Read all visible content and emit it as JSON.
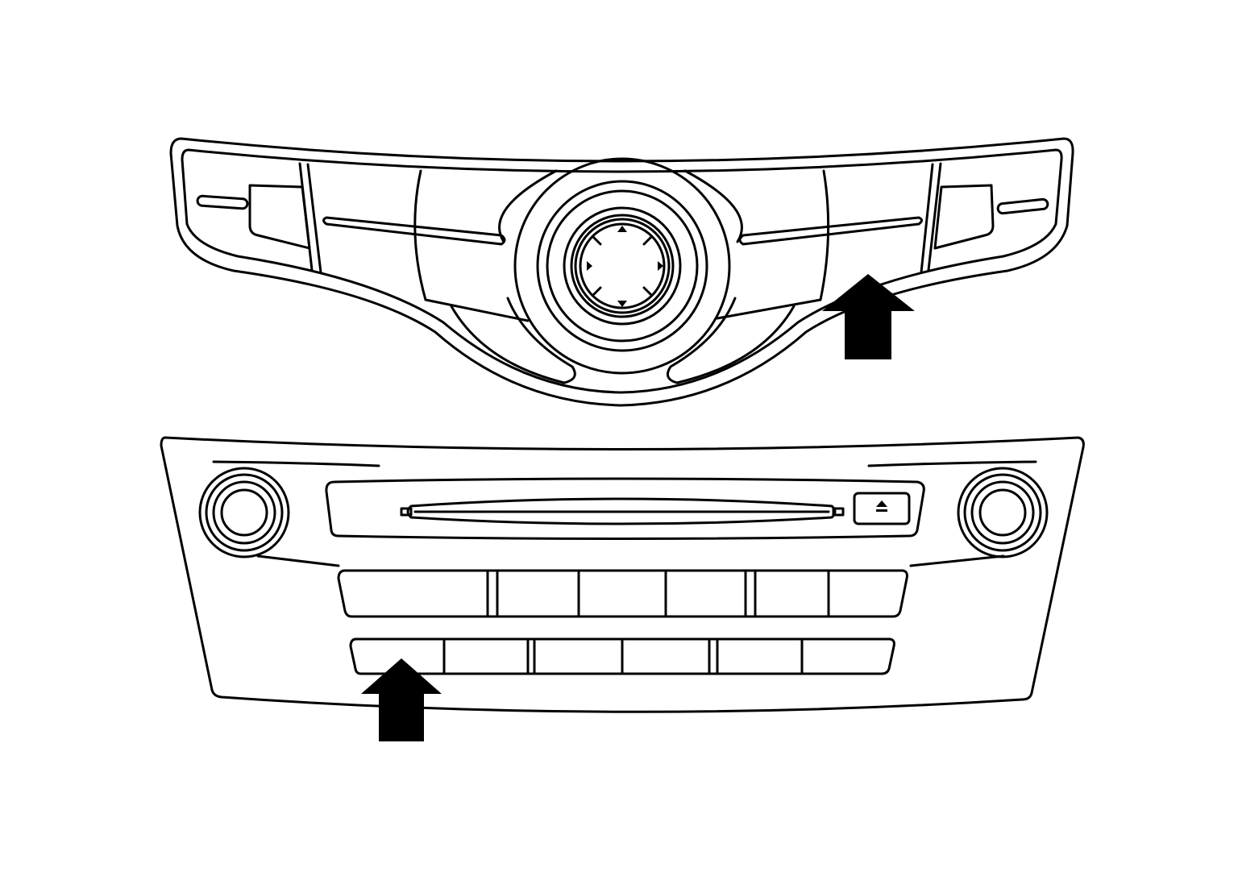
{
  "diagram": {
    "line_color": "#000000",
    "background_color": "#ffffff",
    "components": [
      {
        "id": "upper-control-panel",
        "icon": "dial-knob-icon"
      },
      {
        "id": "lower-audio-unit",
        "icons": [
          "volume-knob-icon",
          "tuning-knob-icon",
          "cd-slot-icon",
          "eject-icon"
        ]
      }
    ],
    "indicators": [
      {
        "id": "arrow-upper",
        "icon": "arrow-up-icon"
      },
      {
        "id": "arrow-lower",
        "icon": "arrow-up-icon"
      }
    ]
  }
}
